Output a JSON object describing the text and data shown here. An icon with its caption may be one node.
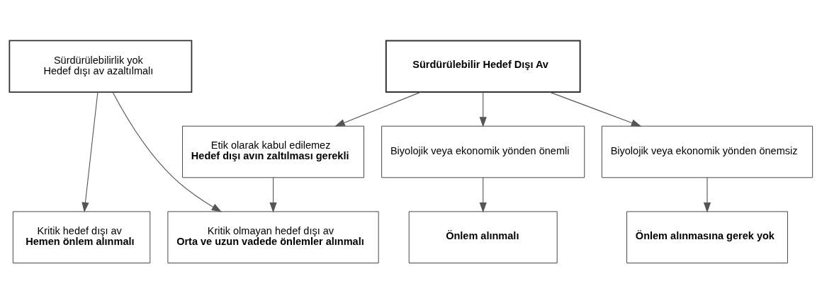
{
  "diagram": {
    "nodes": [
      {
        "text": [
          "Sürdürülebilirlik yok",
          "Hedef dışı av azaltılmalı"
        ]
      },
      {
        "text": [
          "Sürdürülebilir Hedef Dışı Av"
        ]
      },
      {
        "text": [
          "Etik olarak kabul edilemez",
          "Hedef dışı avın zaltılması gerekli"
        ]
      },
      {
        "text": [
          "Biyolojik veya ekonomik yönden önemli"
        ]
      },
      {
        "text": [
          "Biyolojik veya ekonomik yönden önemsiz"
        ]
      },
      {
        "text": [
          "Kritik hedef dışı av",
          "Hemen önlem alınmalı"
        ]
      },
      {
        "text": [
          "Kritik olmayan hedef dışı av",
          "Orta ve uzun vadede önlemler alınmalı"
        ]
      },
      {
        "text": [
          "Önlem alınmalı"
        ]
      },
      {
        "text": [
          "Önlem alınmasına gerek yok"
        ]
      }
    ],
    "edges": [
      {
        "from": 0,
        "to": 5,
        "arrow": "to"
      },
      {
        "from": 0,
        "to": 6,
        "arrow": "to"
      },
      {
        "from": 1,
        "to": 2,
        "arrow": "to"
      },
      {
        "from": 1,
        "to": 3,
        "arrow": "to"
      },
      {
        "from": 1,
        "to": 4,
        "arrow": "to"
      },
      {
        "from": 2,
        "to": 6,
        "arrow": "to"
      },
      {
        "from": 3,
        "to": 7,
        "arrow": "to"
      },
      {
        "from": 4,
        "to": 8,
        "arrow": "to"
      }
    ]
  }
}
